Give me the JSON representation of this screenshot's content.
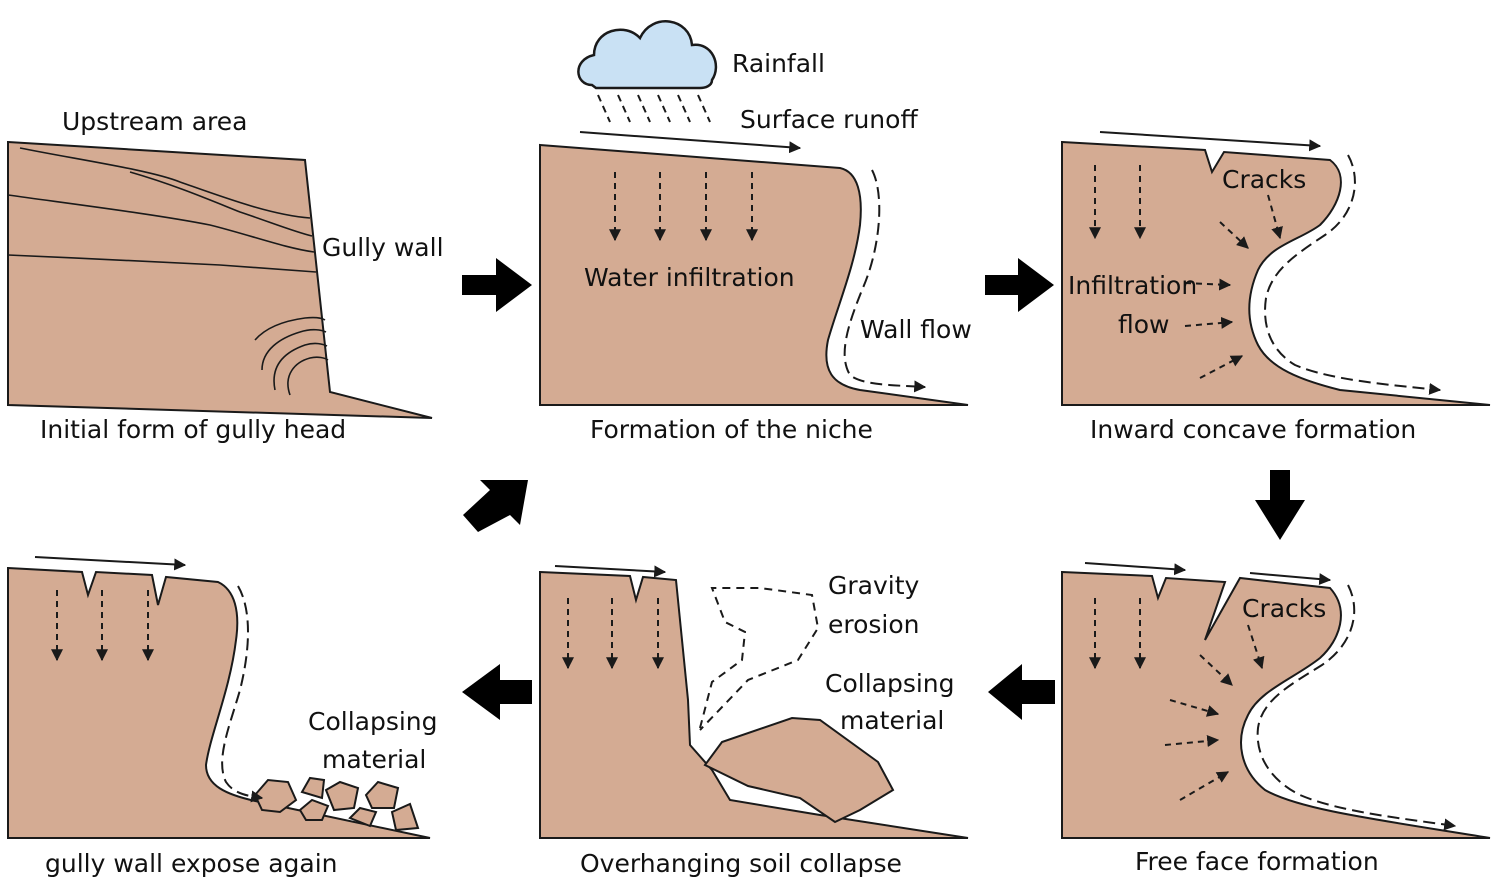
{
  "colors": {
    "soil": "#d4ab93",
    "outline": "#1a1a1a",
    "cloud": "#c9e1f4",
    "arrow": "#000000",
    "background": "#ffffff"
  },
  "panels": {
    "initial": {
      "caption": "Initial form of gully head",
      "labels": {
        "upstream": "Upstream area",
        "gully_wall": "Gully wall"
      }
    },
    "niche": {
      "caption": "Formation of the niche",
      "labels": {
        "rainfall": "Rainfall",
        "surface_runoff": "Surface runoff",
        "water_infiltration": "Water infiltration",
        "wall_flow": "Wall flow"
      }
    },
    "concave": {
      "caption": "Inward concave formation",
      "labels": {
        "cracks": "Cracks",
        "infiltration": "Infiltration",
        "flow": "flow"
      }
    },
    "free_face": {
      "caption": "Free face formation",
      "labels": {
        "cracks": "Cracks"
      }
    },
    "collapse": {
      "caption": "Overhanging soil collapse",
      "labels": {
        "gravity": "Gravity",
        "erosion": "erosion",
        "collapsing": "Collapsing",
        "material": "material"
      }
    },
    "expose": {
      "caption": "gully wall expose again",
      "labels": {
        "collapsing": "Collapsing",
        "material": "material"
      }
    }
  },
  "icons": {
    "cycle_arrows": [
      "right-arrow-icon",
      "right-arrow-icon",
      "down-arrow-icon",
      "left-arrow-icon",
      "left-arrow-icon",
      "up-right-arrow-icon"
    ],
    "cloud": "rain-cloud-icon"
  }
}
